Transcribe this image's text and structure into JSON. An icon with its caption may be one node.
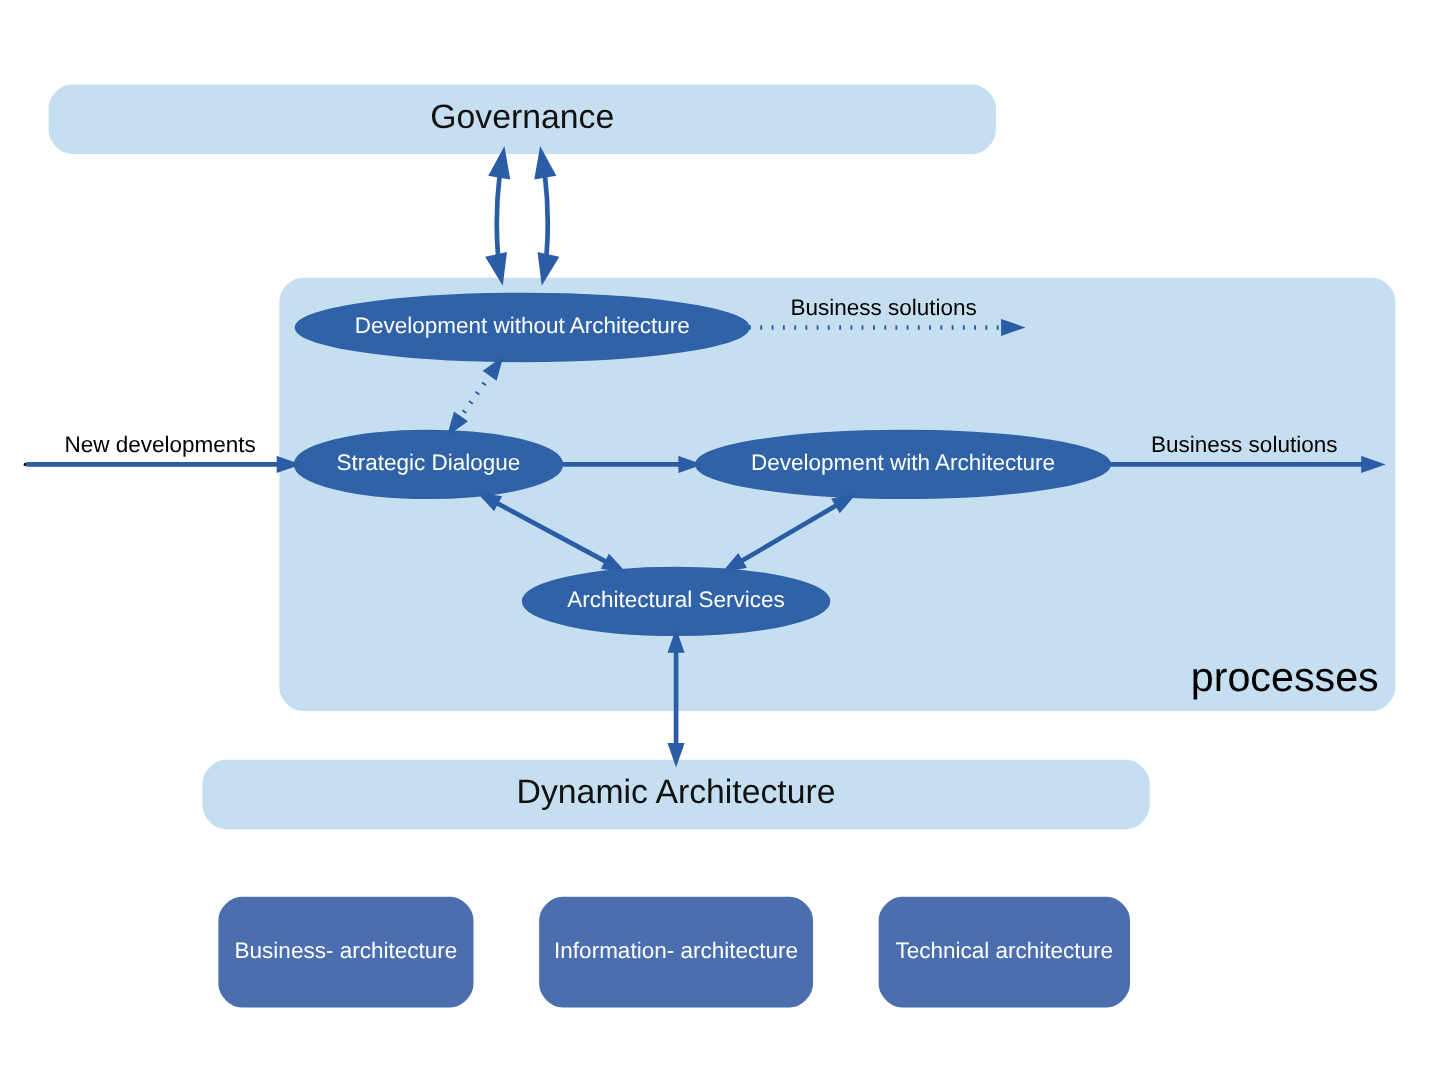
{
  "diagram": {
    "nodes": [
      {
        "text": [
          "Governance"
        ]
      },
      {
        "text": [
          "processes"
        ]
      },
      {
        "text": [
          "Development without Architecture"
        ],
        "in": 1
      },
      {
        "text": [
          "Strategic Dialogue"
        ],
        "in": 1
      },
      {
        "text": [
          "Development with Architecture"
        ],
        "in": 1
      },
      {
        "text": [
          "Architectural Services"
        ],
        "in": 1
      },
      {
        "text": [
          "Dynamic Architecture"
        ]
      },
      {
        "text": [
          "Business- architecture"
        ]
      },
      {
        "text": [
          "Information- architecture"
        ]
      },
      {
        "text": [
          "Technical architecture"
        ]
      }
    ],
    "edges": [
      {
        "from": 0,
        "to": 1,
        "arrow": "both"
      },
      {
        "from": 0,
        "to": 1,
        "arrow": "both"
      },
      {
        "from": null,
        "to": 3,
        "arrow": "to",
        "label": "New developments"
      },
      {
        "from": 3,
        "to": 4,
        "arrow": "to"
      },
      {
        "from": 4,
        "to": null,
        "arrow": "to",
        "label": "Business solutions"
      },
      {
        "from": 2,
        "to": null,
        "arrow": "to",
        "label": "Business solutions",
        "style": "dashed"
      },
      {
        "from": 2,
        "to": 3,
        "arrow": "both",
        "style": "dashed"
      },
      {
        "from": 3,
        "to": 5,
        "arrow": "both"
      },
      {
        "from": 4,
        "to": 5,
        "arrow": "both"
      },
      {
        "from": 5,
        "to": 6,
        "arrow": "both"
      }
    ]
  }
}
